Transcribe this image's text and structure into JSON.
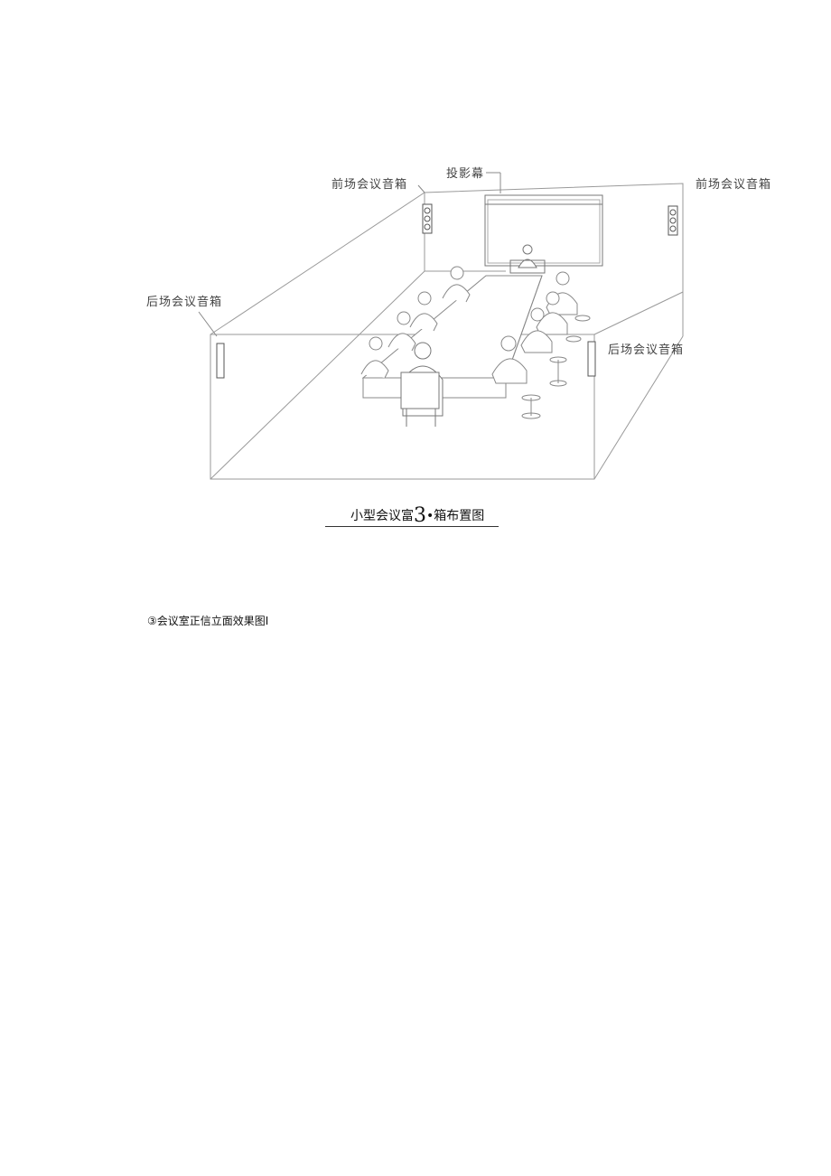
{
  "figure": {
    "labels": {
      "projection_screen": "投影幕",
      "front_speaker_left": "前场会议音箱",
      "front_speaker_right": "前场会议音箱",
      "rear_speaker_left": "后场会议音箱",
      "rear_speaker_right": "后场会议音箱"
    },
    "caption": {
      "prefix": "小型会议富",
      "number": "3",
      "suffix": "•箱布置图"
    }
  },
  "section_note": "③会议室正信立面效果图I"
}
